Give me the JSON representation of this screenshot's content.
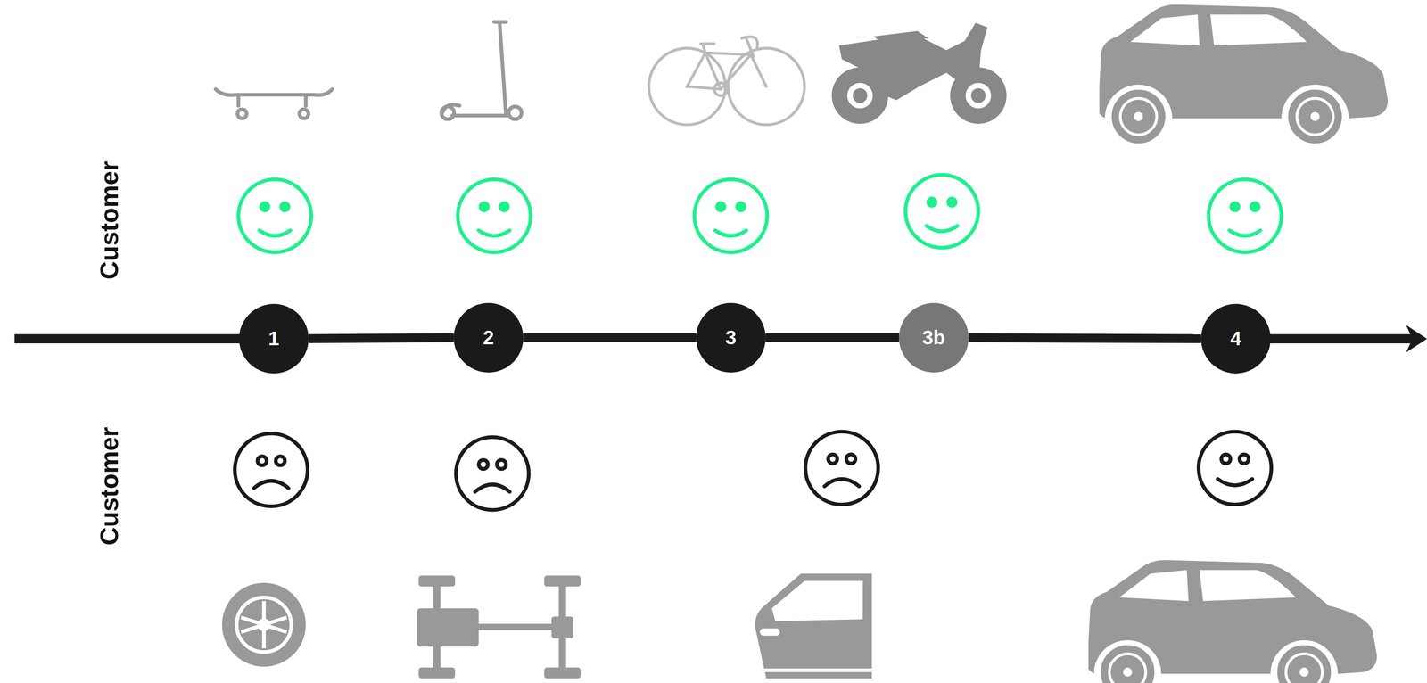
{
  "diagram": {
    "nodes": [
      {
        "text": [
          "1"
        ]
      },
      {
        "text": [
          "2"
        ]
      },
      {
        "text": [
          "3"
        ]
      },
      {
        "text": [
          "3b"
        ]
      },
      {
        "text": [
          "4"
        ]
      }
    ],
    "edges": [
      {
        "from": 0,
        "to": 1,
        "arrow": "none"
      },
      {
        "from": 1,
        "to": 2,
        "arrow": "none"
      },
      {
        "from": 2,
        "to": 3,
        "arrow": "none"
      },
      {
        "from": 3,
        "to": 4,
        "arrow": "none"
      }
    ],
    "labels": [
      "Customer",
      "Customer"
    ]
  }
}
